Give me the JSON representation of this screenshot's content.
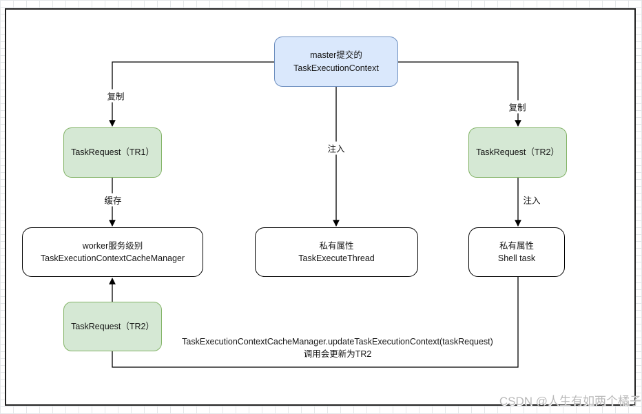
{
  "diagram": {
    "nodes": {
      "master": {
        "line1": "master提交的",
        "line2": "TaskExecutionContext"
      },
      "tr1": {
        "label": "TaskRequest（TR1）"
      },
      "tr2_right": {
        "label": "TaskRequest（TR2）"
      },
      "cache_manager": {
        "line1": "worker服务级别",
        "line2": "TaskExecutionContextCacheManager"
      },
      "execute_thread": {
        "line1": "私有属性",
        "line2": "TaskExecuteThread"
      },
      "shell_task": {
        "line1": "私有属性",
        "line2": "Shell task"
      },
      "tr2_bottom": {
        "label": "TaskRequest（TR2）"
      }
    },
    "edge_labels": {
      "copy_left": "复制",
      "copy_right": "复制",
      "inject_mid": "注入",
      "cache": "缓存",
      "inject_right": "注入"
    },
    "note": {
      "line1": "TaskExecutionContextCacheManager.updateTaskExecutionContext(taskRequest)",
      "line2": "调用会更新为TR2"
    }
  },
  "watermark": "CSDN @人生有如两个橘子",
  "colors": {
    "blue_fill": "#dae8fc",
    "blue_border": "#6c8ebf",
    "green_fill": "#d5e8d4",
    "green_border": "#82b366",
    "line": "#000000",
    "watermark_text": "#b9b9b9"
  }
}
